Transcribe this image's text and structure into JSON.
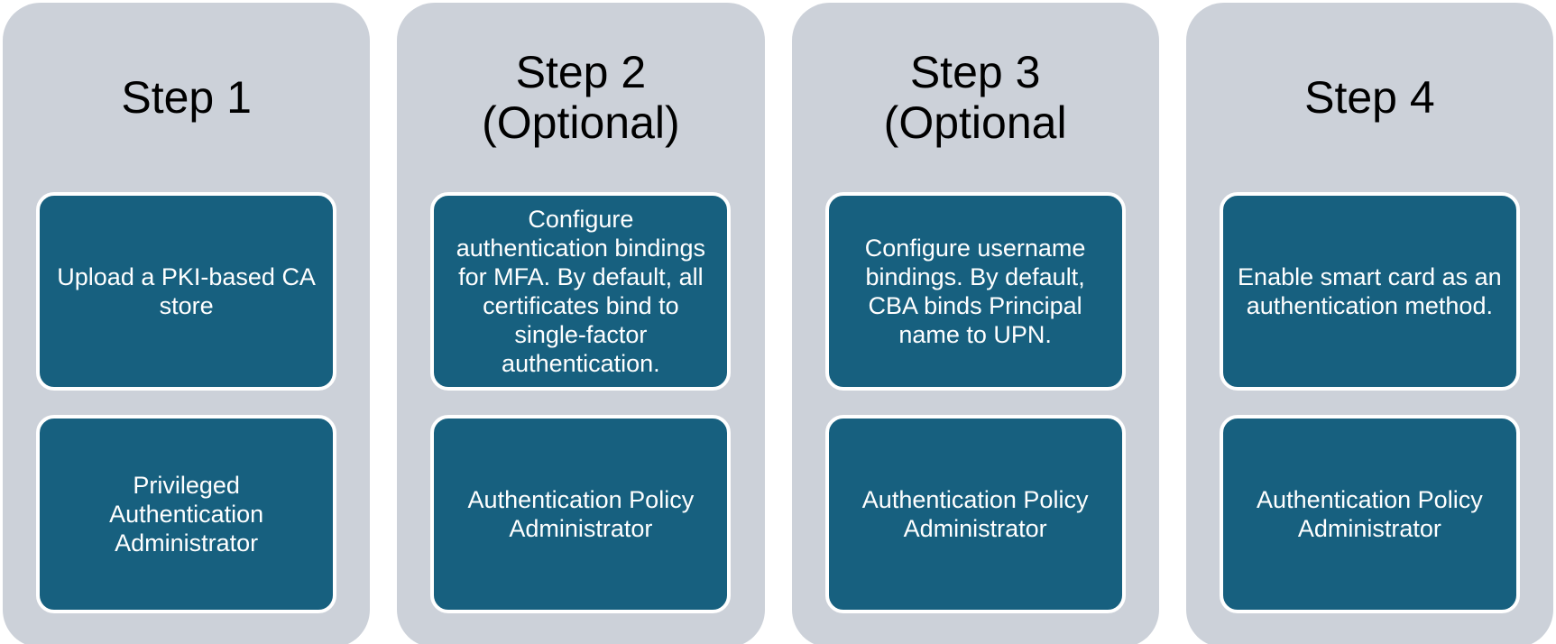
{
  "diagram": {
    "type": "step-columns-flow",
    "colors": {
      "page_background": "#ffffff",
      "panel_background": "#ccd1d9",
      "card_background": "#17607f",
      "card_border": "#ffffff",
      "title_text": "#000000",
      "card_text": "#ffffff"
    },
    "columns": [
      {
        "title": "Step 1",
        "action": "Upload a PKI-based CA\nstore",
        "role": "Privileged\nAuthentication\nAdministrator"
      },
      {
        "title": "Step 2\n(Optional)",
        "action": "Configure\nauthentication bindings\nfor MFA. By default, all\ncertificates bind to\nsingle-factor\nauthentication.",
        "role": "Authentication Policy\nAdministrator"
      },
      {
        "title": "Step 3\n(Optional",
        "action": "Configure username\nbindings. By default,\nCBA binds Principal\nname to UPN.",
        "role": "Authentication Policy\nAdministrator"
      },
      {
        "title": "Step 4",
        "action": "Enable smart card as an\nauthentication method.",
        "role": "Authentication Policy\nAdministrator"
      }
    ]
  }
}
